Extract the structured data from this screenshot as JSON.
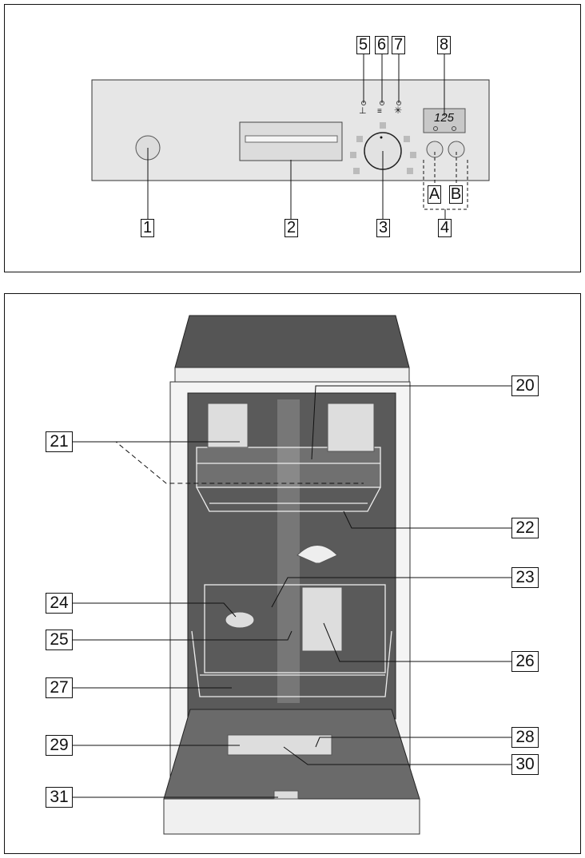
{
  "control_panel": {
    "display_value": "125",
    "callouts": {
      "c1": "1",
      "c2": "2",
      "c3": "3",
      "c4": "4",
      "c5": "5",
      "c6": "6",
      "c7": "7",
      "c8": "8",
      "cA": "A",
      "cB": "B"
    }
  },
  "interior": {
    "callouts": {
      "c20": "20",
      "c21": "21",
      "c22": "22",
      "c23": "23",
      "c24": "24",
      "c25": "25",
      "c26": "26",
      "c27": "27",
      "c28": "28",
      "c29": "29",
      "c30": "30",
      "c31": "31"
    }
  },
  "colors": {
    "panel": "#e6e6e6",
    "line": "#111111",
    "cavity": "#5a5a5a",
    "rack": "#f4f4f4"
  }
}
